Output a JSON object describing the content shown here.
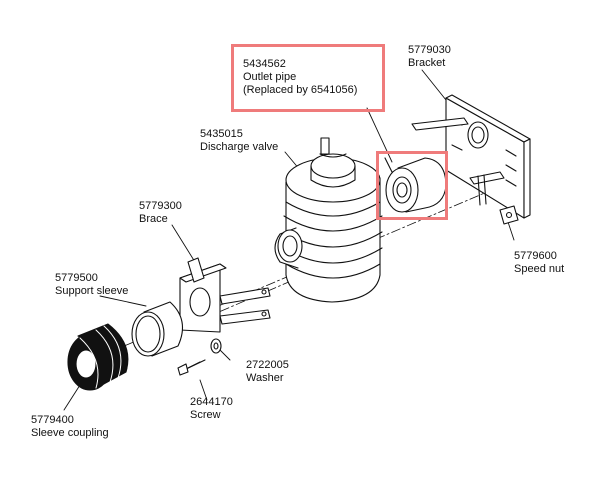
{
  "parts": [
    {
      "id": "outlet-pipe",
      "number": "5434562",
      "name": "Outlet pipe",
      "note": "(Replaced by 6541056)",
      "highlighted": true
    },
    {
      "id": "bracket",
      "number": "5779030",
      "name": "Bracket"
    },
    {
      "id": "discharge-valve",
      "number": "5435015",
      "name": "Discharge valve"
    },
    {
      "id": "brace",
      "number": "5779300",
      "name": "Brace"
    },
    {
      "id": "support-sleeve",
      "number": "5779500",
      "name": "Support sleeve"
    },
    {
      "id": "speed-nut",
      "number": "5779600",
      "name": "Speed nut"
    },
    {
      "id": "washer",
      "number": "2722005",
      "name": "Washer"
    },
    {
      "id": "screw",
      "number": "2644170",
      "name": "Screw"
    },
    {
      "id": "sleeve-coupling",
      "number": "5779400",
      "name": "Sleeve coupling"
    }
  ],
  "colors": {
    "highlight": "#ef7b7b",
    "line": "#111111"
  }
}
